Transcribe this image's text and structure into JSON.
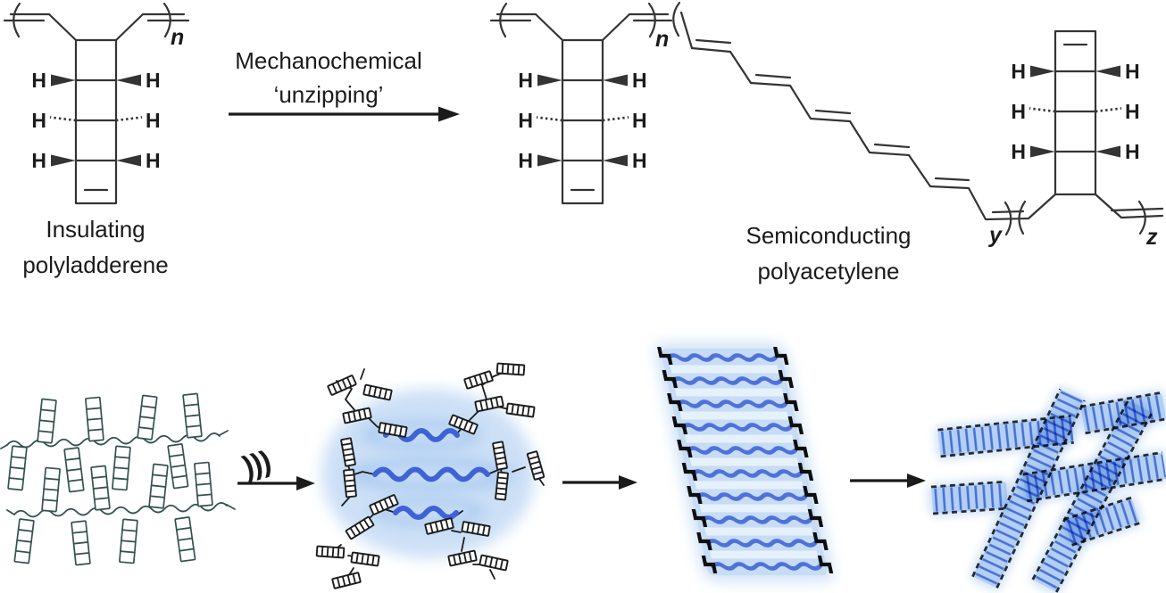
{
  "colors": {
    "background": "#ffffff",
    "ink": "#1b1b1b",
    "structure": "#343434",
    "chain": "#34524f",
    "polyene": "#3e63d6",
    "glow": "#9fc3ee",
    "glow_soft": "#c8ddf6",
    "stack_bg": "#c7dcf5",
    "stack_stripe": "#4f72da",
    "fiber_fill": "#b3d0f2",
    "fiber_stripe": "#4a70d6"
  },
  "scheme": {
    "h_label": "H",
    "subscript_n": "n",
    "subscript_y": "y",
    "subscript_z": "z",
    "arrow_line1": "Mechanochemical",
    "arrow_line2": "‘unzipping’",
    "reactant_name_line1": "Insulating",
    "reactant_name_line2": "polyladderene",
    "product_name_line1": "Semiconducting",
    "product_name_line2": "polyacetylene"
  },
  "process": {
    "sonication_symbol": ")))"
  }
}
